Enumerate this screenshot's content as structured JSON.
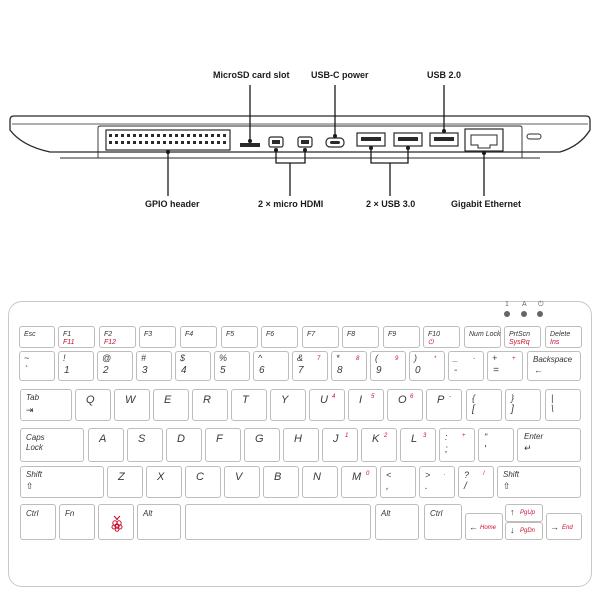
{
  "callouts": {
    "microsd": "MicroSD card slot",
    "usbc": "USB-C power",
    "usb2": "USB 2.0",
    "gpio": "GPIO header",
    "hdmi": "2 × micro HDMI",
    "usb3": "2 × USB 3.0",
    "ethernet": "Gigabit Ethernet"
  },
  "colors": {
    "accent": "#c8102e",
    "outline": "#bdbdbd",
    "line": "#1a1a1a"
  },
  "indicator_icons": [
    "num-lock-icon",
    "caps-lock-icon",
    "power-icon"
  ],
  "keys": {
    "row0": [
      {
        "name": "esc",
        "primary": "Esc"
      },
      {
        "name": "f1",
        "primary": "F1",
        "red": "F11"
      },
      {
        "name": "f2",
        "primary": "F2",
        "red": "F12"
      },
      {
        "name": "f3",
        "primary": "F3"
      },
      {
        "name": "f4",
        "primary": "F4"
      },
      {
        "name": "f5",
        "primary": "F5"
      },
      {
        "name": "f6",
        "primary": "F6"
      },
      {
        "name": "f7",
        "primary": "F7"
      },
      {
        "name": "f8",
        "primary": "F8"
      },
      {
        "name": "f9",
        "primary": "F9"
      },
      {
        "name": "f10",
        "primary": "F10",
        "red": "⏻"
      },
      {
        "name": "numlock",
        "primary": "Num Lock"
      },
      {
        "name": "prtscn",
        "primary": "PrtScn",
        "red": "SysRq"
      },
      {
        "name": "delete",
        "primary": "Delete",
        "red": "Ins"
      }
    ],
    "row1": [
      {
        "name": "tilde",
        "top": "~",
        "bottom": "`"
      },
      {
        "name": "1",
        "top": "!",
        "bottom": "1"
      },
      {
        "name": "2",
        "top": "@",
        "bottom": "2"
      },
      {
        "name": "3",
        "top": "#",
        "bottom": "3"
      },
      {
        "name": "4",
        "top": "$",
        "bottom": "4"
      },
      {
        "name": "5",
        "top": "%",
        "bottom": "5"
      },
      {
        "name": "6",
        "top": "^",
        "bottom": "6"
      },
      {
        "name": "7",
        "top": "&",
        "bottom": "7",
        "red": "7"
      },
      {
        "name": "8",
        "top": "*",
        "bottom": "8",
        "red": "8"
      },
      {
        "name": "9",
        "top": "(",
        "bottom": "9",
        "red": "9"
      },
      {
        "name": "0",
        "top": ")",
        "bottom": "0",
        "red": "*"
      },
      {
        "name": "minus",
        "top": "_",
        "bottom": "-",
        "red": "-"
      },
      {
        "name": "equals",
        "top": "+",
        "bottom": "=",
        "red": "+"
      },
      {
        "name": "backspace",
        "label": "Backspace"
      }
    ],
    "row2": [
      {
        "name": "tab",
        "label": "Tab"
      },
      {
        "name": "q",
        "label": "Q"
      },
      {
        "name": "w",
        "label": "W"
      },
      {
        "name": "e",
        "label": "E"
      },
      {
        "name": "r",
        "label": "R"
      },
      {
        "name": "t",
        "label": "T"
      },
      {
        "name": "y",
        "label": "Y"
      },
      {
        "name": "u",
        "label": "U",
        "red": "4"
      },
      {
        "name": "i",
        "label": "I",
        "red": "5"
      },
      {
        "name": "o",
        "label": "O",
        "red": "6"
      },
      {
        "name": "p",
        "label": "P",
        "red": "-"
      },
      {
        "name": "lbracket",
        "top": "{",
        "bottom": "["
      },
      {
        "name": "rbracket",
        "top": "}",
        "bottom": "]"
      },
      {
        "name": "backslash",
        "top": "|",
        "bottom": "\\"
      }
    ],
    "row3": [
      {
        "name": "capslock",
        "label": "Caps\nLock"
      },
      {
        "name": "a",
        "label": "A"
      },
      {
        "name": "s",
        "label": "S"
      },
      {
        "name": "d",
        "label": "D"
      },
      {
        "name": "f",
        "label": "F"
      },
      {
        "name": "g",
        "label": "G"
      },
      {
        "name": "h",
        "label": "H"
      },
      {
        "name": "j",
        "label": "J",
        "red": "1"
      },
      {
        "name": "k",
        "label": "K",
        "red": "2"
      },
      {
        "name": "l",
        "label": "L",
        "red": "3"
      },
      {
        "name": "semicolon",
        "top": ":",
        "bottom": ";",
        "red": "+"
      },
      {
        "name": "quote",
        "top": "\"",
        "bottom": "'"
      },
      {
        "name": "enter",
        "label": "Enter"
      }
    ],
    "row4": [
      {
        "name": "lshift",
        "label": "Shift"
      },
      {
        "name": "z",
        "label": "Z"
      },
      {
        "name": "x",
        "label": "X"
      },
      {
        "name": "c",
        "label": "C"
      },
      {
        "name": "v",
        "label": "V"
      },
      {
        "name": "b",
        "label": "B"
      },
      {
        "name": "n",
        "label": "N"
      },
      {
        "name": "m",
        "label": "M",
        "red": "0"
      },
      {
        "name": "comma",
        "top": "<",
        "bottom": ","
      },
      {
        "name": "period",
        "top": ">",
        "bottom": ".",
        "red": "."
      },
      {
        "name": "slash",
        "top": "?",
        "bottom": "/",
        "red": "/"
      },
      {
        "name": "rshift",
        "label": "Shift"
      }
    ],
    "row5": [
      {
        "name": "lctrl",
        "label": "Ctrl"
      },
      {
        "name": "fnkey",
        "label": "Fn",
        "red": true
      },
      {
        "name": "raspberry",
        "label": ""
      },
      {
        "name": "lalt",
        "label": "Alt"
      },
      {
        "name": "space",
        "label": ""
      },
      {
        "name": "ralt",
        "label": "Alt"
      },
      {
        "name": "rctrl",
        "label": "Ctrl"
      }
    ],
    "arrows": {
      "up_red": "PgUp",
      "left_red": "Home",
      "down_red": "PgDn",
      "right_red": "End"
    }
  }
}
